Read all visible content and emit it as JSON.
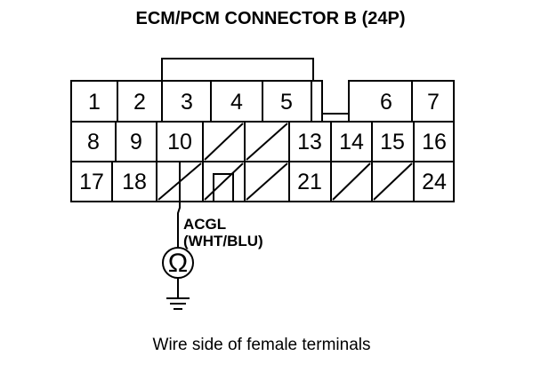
{
  "title": "ECM/PCM CONNECTOR B (24P)",
  "terminals": {
    "t1": "1",
    "t2": "2",
    "t3": "3",
    "t4": "4",
    "t5": "5",
    "t6": "6",
    "t7": "7",
    "t8": "8",
    "t9": "9",
    "t10": "10",
    "t13": "13",
    "t14": "14",
    "t15": "15",
    "t16": "16",
    "t17": "17",
    "t18": "18",
    "t21": "21",
    "t24": "24"
  },
  "wire": {
    "name": "ACGL",
    "color": "(WHT/BLU)"
  },
  "meter": {
    "symbol": "Ω",
    "icon": "ohmmeter-icon"
  },
  "ground_icon": "ground-icon",
  "caption": "Wire side of female terminals"
}
